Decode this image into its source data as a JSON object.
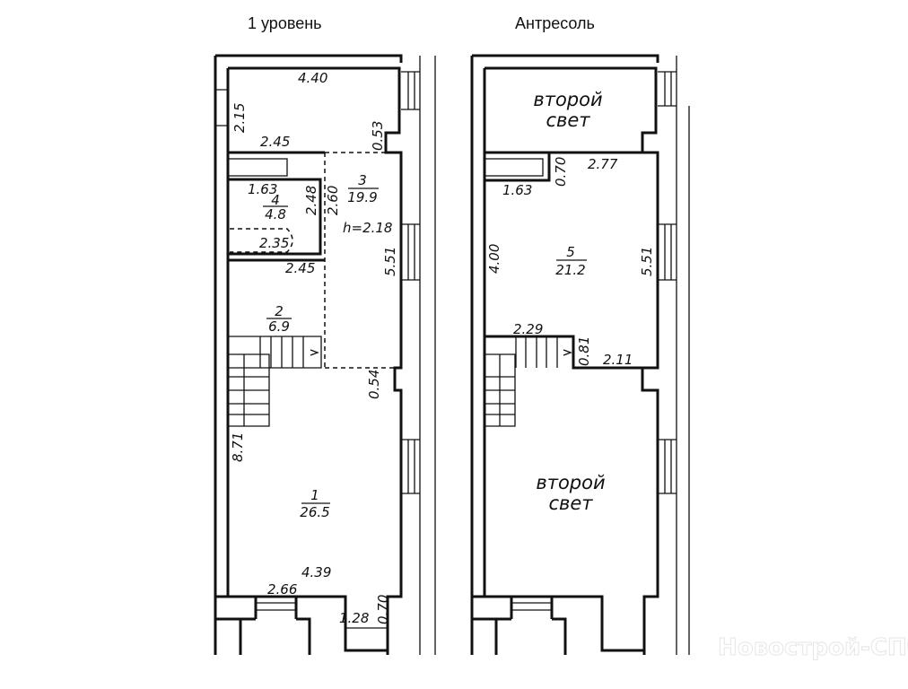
{
  "titles": {
    "level1": "1 уровень",
    "mezzanine": "Антресоль"
  },
  "level1": {
    "dims": [
      "4.40",
      "2.15",
      "2.45",
      "0.53",
      "1.63",
      "2.48",
      "2.60",
      "2.35",
      "2.45",
      "5.51",
      "0.54",
      "8.71",
      "4.39",
      "2.66",
      "1.28",
      "0.70"
    ],
    "height_note": "h=2.18",
    "rooms": [
      {
        "num": "1",
        "area": "26.5"
      },
      {
        "num": "2",
        "area": "6.9"
      },
      {
        "num": "3",
        "area": "19.9"
      },
      {
        "num": "4",
        "area": "4.8"
      }
    ]
  },
  "mezzanine": {
    "dims": [
      "0.70",
      "2.77",
      "1.63",
      "4.00",
      "5.51",
      "2.29",
      "0.81",
      "2.11"
    ],
    "rooms": [
      {
        "num": "5",
        "area": "21.2"
      }
    ],
    "second_light_line1": "второй",
    "second_light_line2": "свет"
  },
  "watermark": "Новострой-СПб"
}
